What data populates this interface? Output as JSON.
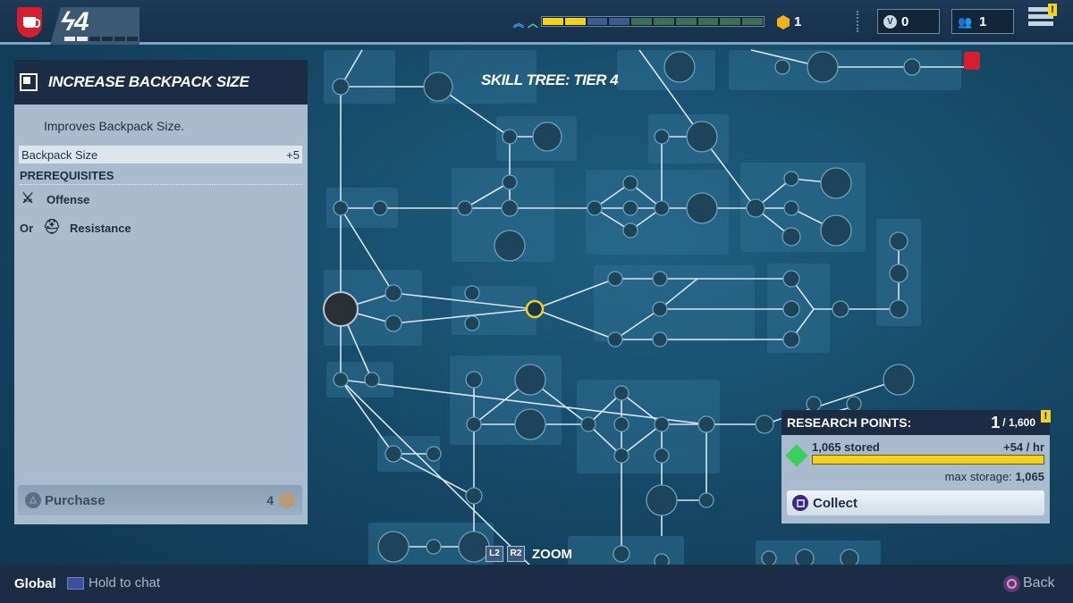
{
  "topbar": {
    "power_level": "4",
    "currency_count": "1",
    "vbucks_count": "0",
    "party_count": "1",
    "alert_mark": "!"
  },
  "tree": {
    "title": "SKILL TREE: TIER 4",
    "zoom": {
      "left_button": "L2",
      "right_button": "R2",
      "label": "ZOOM"
    }
  },
  "panel": {
    "title": "INCREASE BACKPACK SIZE",
    "description": "Improves Backpack Size.",
    "stat": {
      "name": "Backpack Size",
      "value": "+5"
    },
    "prerequisites_label": "PREREQUISITES",
    "prerequisites": [
      {
        "prefix": "",
        "name": "Offense",
        "icon": "crossed-swords-icon"
      },
      {
        "prefix": "Or",
        "name": "Resistance",
        "icon": "helmet-icon"
      }
    ],
    "purchase": {
      "label": "Purchase",
      "cost": "4",
      "button_icon": "triangle-icon"
    }
  },
  "research": {
    "title": "RESEARCH POINTS:",
    "current": "1",
    "max": "/ 1,600",
    "alert": "!",
    "stored": "1,065 stored",
    "rate": "+54 / hr",
    "fill_fraction": 1.0,
    "max_storage_label": "max storage:",
    "max_storage_value": "1,065",
    "collect_label": "Collect"
  },
  "bottombar": {
    "channel": "Global",
    "chat_hint": "Hold to chat",
    "back_label": "Back"
  },
  "colors": {
    "accent_yellow": "#f2d21c",
    "alert_red": "#d51f2e",
    "panel_bg": "#a9bccf",
    "header_bg": "#1a2d44"
  }
}
